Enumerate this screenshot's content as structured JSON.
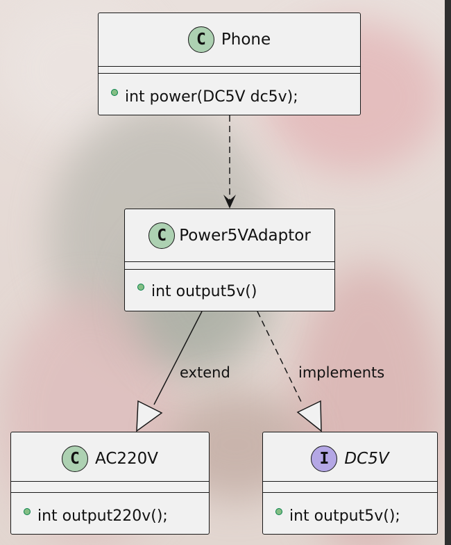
{
  "classes": {
    "phone": {
      "stereotype": "C",
      "name": "Phone",
      "member": "int power(DC5V dc5v);"
    },
    "adaptor": {
      "stereotype": "C",
      "name": "Power5VAdaptor",
      "member": "int output5v()"
    },
    "ac220v": {
      "stereotype": "C",
      "name": "AC220V",
      "member": "int output220v();"
    },
    "dc5v": {
      "stereotype": "I",
      "name": "DC5V",
      "member": "int output5v();"
    }
  },
  "relations": {
    "extend_label": "extend",
    "implements_label": "implements"
  },
  "colors": {
    "class_fill": "#f1f1f1",
    "class_badge": "#add1b2",
    "interface_badge": "#b4a7e5",
    "public_dot": "#84be84",
    "border": "#181818"
  }
}
